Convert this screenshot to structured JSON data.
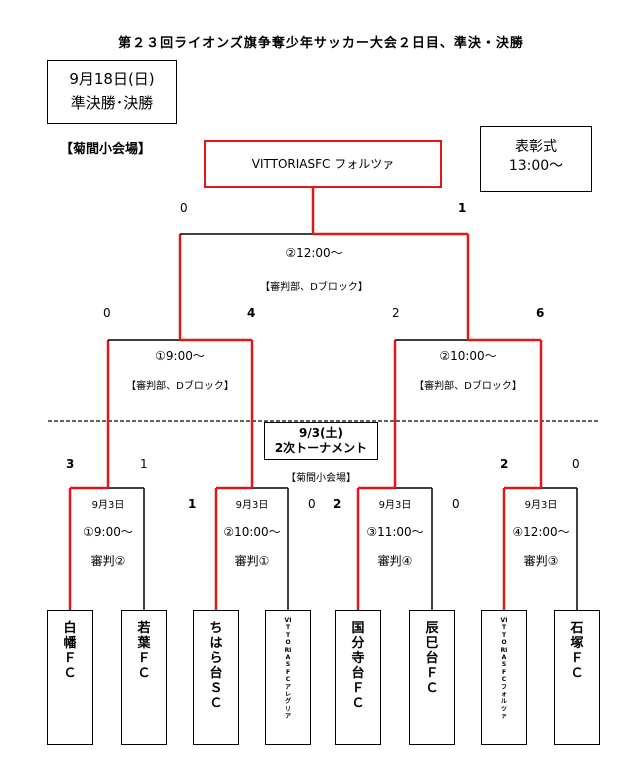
{
  "title": "第２３回ライオンズ旗争奪少年サッカー大会２日目、準決・決勝",
  "date_box": {
    "line1": "9月18日(日)",
    "line2": "準決勝･決勝"
  },
  "venue_top": "【菊間小会場】",
  "champion": "VITTORIASFC フォルツァ",
  "award": {
    "line1": "表彰式",
    "line2": "13:00～"
  },
  "final": {
    "time": "②12:00～",
    "referee": "【審判部、Dブロック】",
    "score_left": "0",
    "score_right": "1"
  },
  "semis": [
    {
      "time": "①9:00～",
      "referee": "【審判部、Dブロック】",
      "score_left": "0",
      "score_right": "4"
    },
    {
      "time": "②10:00～",
      "referee": "【審判部、Dブロック】",
      "score_left": "2",
      "score_right": "6"
    }
  ],
  "round2_box": {
    "line1": "9/3(土)",
    "line2": "2次トーナメント"
  },
  "venue_bottom": "【菊間小会場】",
  "r2_matches": [
    {
      "date": "9月3日",
      "time": "①9:00～",
      "referee": "審判②",
      "score_left": "3",
      "score_right": "1"
    },
    {
      "date": "9月3日",
      "time": "②10:00～",
      "referee": "審判①",
      "score_left": "1",
      "score_right": "0"
    },
    {
      "date": "9月3日",
      "time": "③11:00～",
      "referee": "審判④",
      "score_left": "2",
      "score_right": "0"
    },
    {
      "date": "9月3日",
      "time": "④12:00～",
      "referee": "審判③",
      "score_left": "2",
      "score_right": "0"
    }
  ],
  "teams": [
    "白幡ＦＣ",
    "若葉ＦＣ",
    "ちはら台ＳＣ",
    "VITTORIASFCアレグリア",
    "国分寺台ＦＣ",
    "辰巳台ＦＣ",
    "VITTORIASFCフォルツァ",
    "石塚ＦＣ"
  ],
  "colors": {
    "winner_line": "#e01818",
    "loser_line": "#000000"
  }
}
